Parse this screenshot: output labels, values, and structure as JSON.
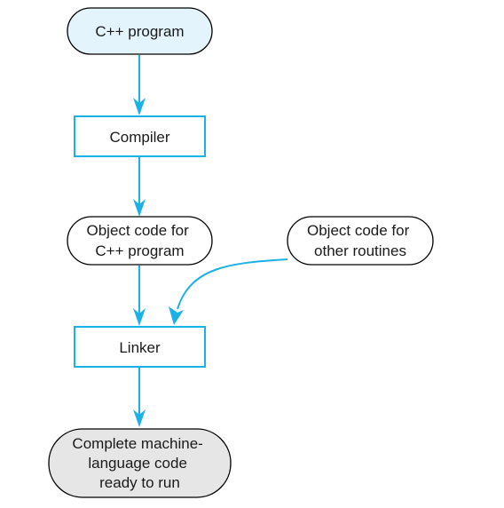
{
  "diagram": {
    "nodes": {
      "cpp_program": {
        "lines": [
          "C++ program"
        ]
      },
      "compiler": {
        "lines": [
          "Compiler"
        ]
      },
      "object_code_cpp": {
        "lines": [
          "Object code for",
          "C++ program"
        ]
      },
      "object_code_other": {
        "lines": [
          "Object code for",
          "other routines"
        ]
      },
      "linker": {
        "lines": [
          "Linker"
        ]
      },
      "machine_code": {
        "lines": [
          "Complete machine-",
          "language code",
          "ready to run"
        ]
      }
    },
    "colors": {
      "arrow": "#19b1e6",
      "box_border": "#19b1e6",
      "start_fill": "#e3f4fc",
      "end_fill": "#e6e6e6",
      "oval_border": "#000000",
      "text": "#1a1a1a"
    }
  }
}
